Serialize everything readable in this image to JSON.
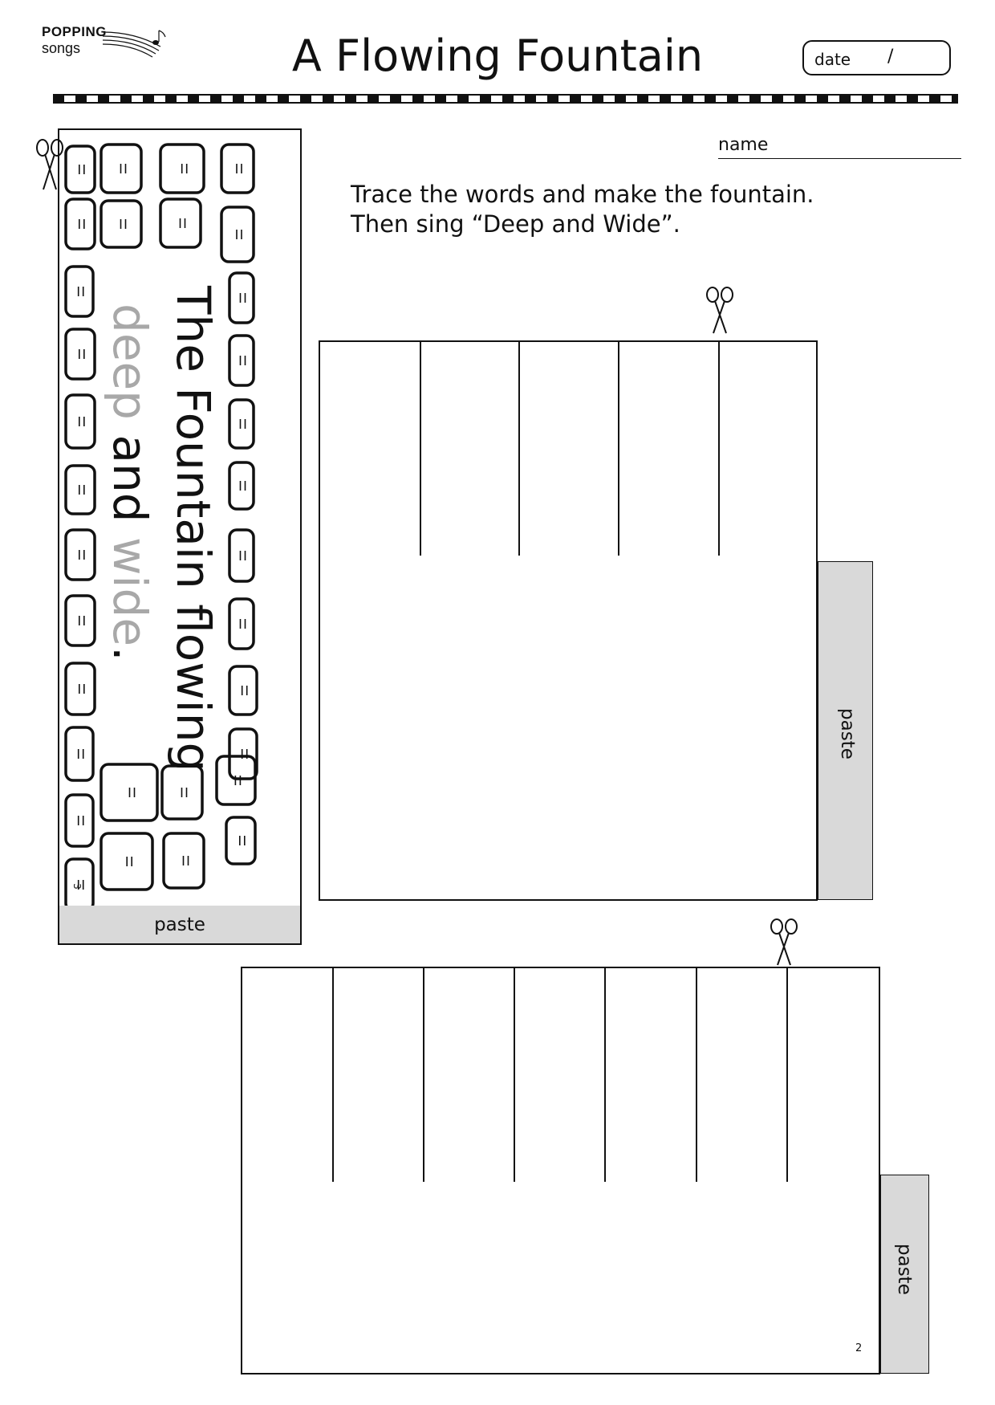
{
  "brand": {
    "line1": "POPPING",
    "line2": "songs"
  },
  "title": "A Flowing Fountain",
  "date": {
    "label": "date",
    "separator": "/"
  },
  "name_label": "name",
  "instructions": [
    "Trace the words and make the fountain.",
    "Then sing “Deep and Wide”."
  ],
  "strip": {
    "line1": "The Fountain flowing",
    "line2_trace_1": "deep",
    "line2_solid": "and",
    "line2_trace_2": "wide",
    "line2_period": ".",
    "paste_label": "paste",
    "number": "3"
  },
  "frame_top": {
    "paste_label": "paste"
  },
  "frame_bottom": {
    "paste_label": "paste",
    "number": "2"
  }
}
